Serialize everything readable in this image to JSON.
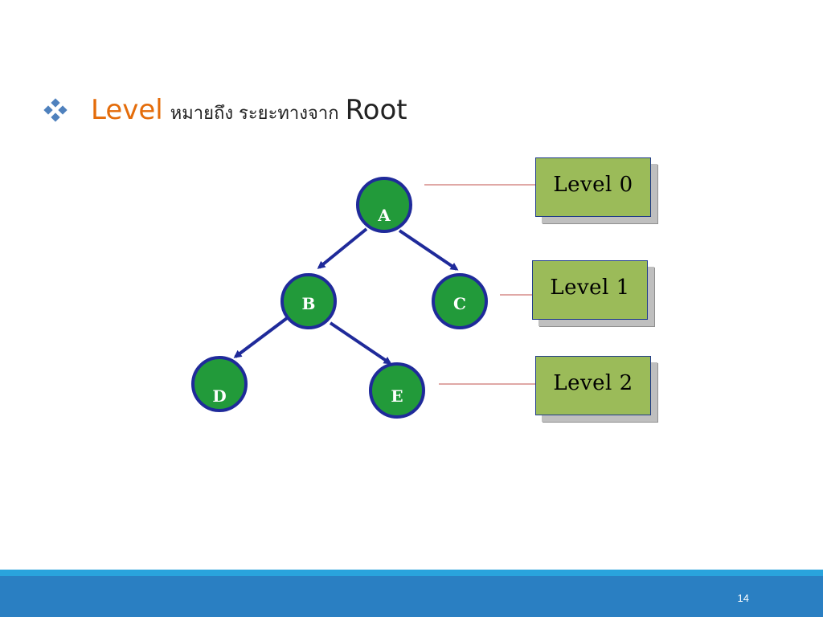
{
  "slide": {
    "title": {
      "keyword": "Level",
      "thai_text": "หมายถึง ระยะทางจาก",
      "root_word": "Root"
    },
    "page_number": "14"
  },
  "tree": {
    "nodes": [
      {
        "id": "A",
        "label": "A",
        "level": 0
      },
      {
        "id": "B",
        "label": "B",
        "level": 1
      },
      {
        "id": "C",
        "label": "C",
        "level": 1
      },
      {
        "id": "D",
        "label": "D",
        "level": 2
      },
      {
        "id": "E",
        "label": "E",
        "level": 2
      }
    ],
    "edges": [
      {
        "from": "A",
        "to": "B"
      },
      {
        "from": "A",
        "to": "C"
      },
      {
        "from": "B",
        "to": "D"
      },
      {
        "from": "B",
        "to": "E"
      }
    ]
  },
  "levels": [
    {
      "label": "Level 0"
    },
    {
      "label": "Level 1"
    },
    {
      "label": "Level 2"
    }
  ],
  "colors": {
    "accent": "#e46c0a",
    "node_fill": "#229a3a",
    "node_border": "#1f2a9a",
    "edge": "#1f2a9a",
    "level_box_fill": "#9bbb59",
    "connector_line": "#c0504d",
    "footer": "#2a7fc2",
    "footer_stripe": "#29a3dc"
  },
  "icons": {
    "bullet": "four-diamond-bullet-icon"
  }
}
